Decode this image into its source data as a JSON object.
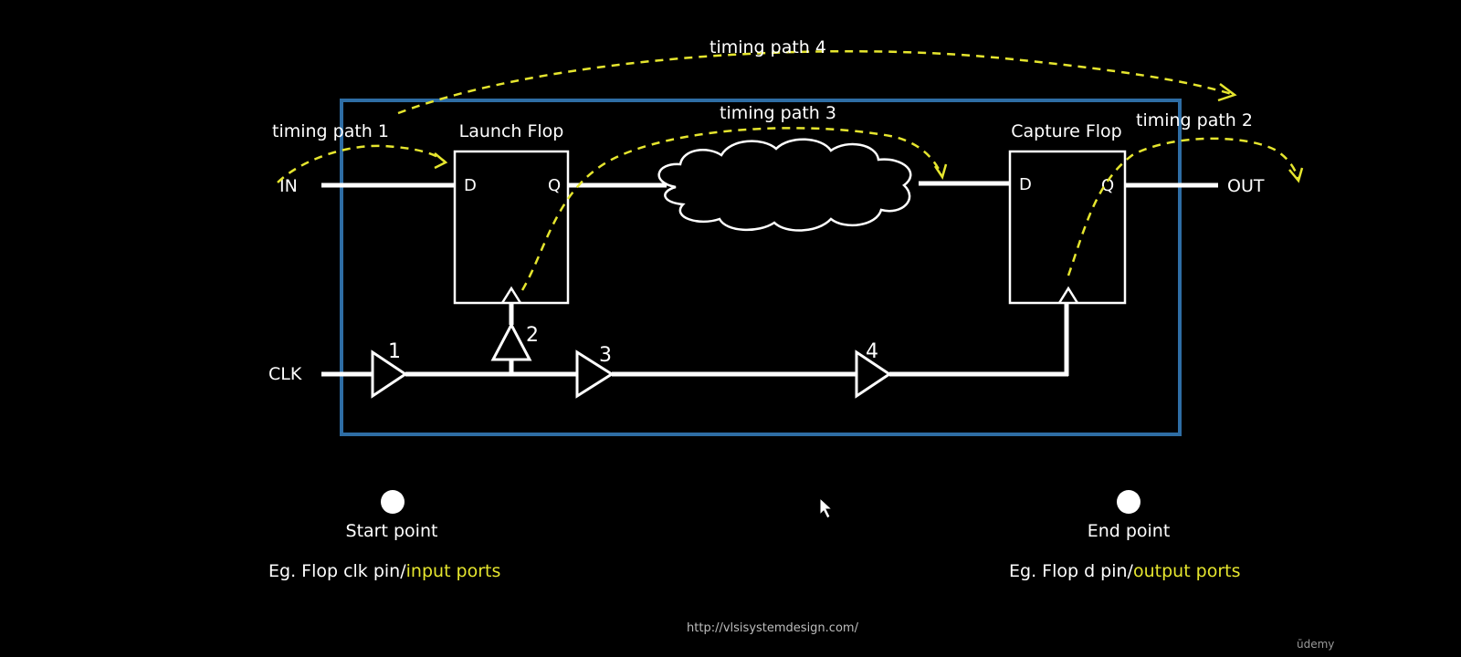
{
  "diagram": {
    "timing_paths": [
      {
        "label": "timing path 1"
      },
      {
        "label": "timing path 2"
      },
      {
        "label": "timing path 3"
      },
      {
        "label": "timing path 4"
      }
    ],
    "flops": {
      "launch": {
        "title": "Launch Flop",
        "d_pin": "D",
        "q_pin": "Q"
      },
      "capture": {
        "title": "Capture Flop",
        "d_pin": "D",
        "q_pin": "Q"
      }
    },
    "ports": {
      "in": "IN",
      "out": "OUT",
      "clk": "CLK"
    },
    "buffers": [
      "1",
      "2",
      "3",
      "4"
    ],
    "start_point": {
      "label": "Start point",
      "example_prefix": "Eg. Flop clk pin/",
      "example_highlight": "input ports"
    },
    "end_point": {
      "label": "End point",
      "example_prefix": "Eg. Flop d pin/",
      "example_highlight": "output ports"
    },
    "colors": {
      "background": "#000000",
      "box_border": "#2e6da4",
      "timing_path": "#e5e52e",
      "wires": "#ffffff"
    }
  },
  "footer": {
    "url": "http://vlsisystemdesign.com/",
    "brand": "ūdemy"
  }
}
